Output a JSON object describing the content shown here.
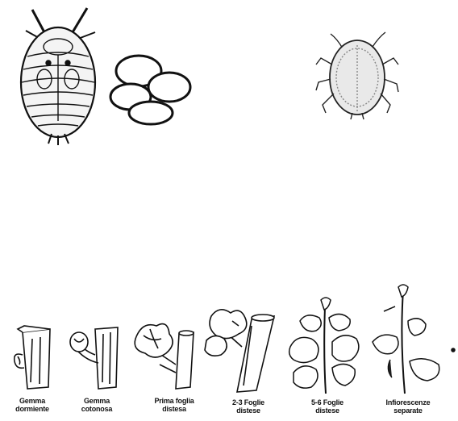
{
  "stages": [
    {
      "id": "gemma-dormiente",
      "line1": "Gemma",
      "line2": "dormiente"
    },
    {
      "id": "gemma-cotonosa",
      "line1": "Gemma",
      "line2": "cotonosa"
    },
    {
      "id": "prima-foglia-distesa",
      "line1": "Prima foglia",
      "line2": "distesa"
    },
    {
      "id": "foglie-2-3-distese",
      "line1": "2-3 Foglie",
      "line2": "distese"
    },
    {
      "id": "foglie-5-6-distese",
      "line1": "5-6 Foglie",
      "line2": "distese"
    },
    {
      "id": "infiorescenze-separate",
      "line1": "Infiorescenze",
      "line2": "separate"
    }
  ]
}
